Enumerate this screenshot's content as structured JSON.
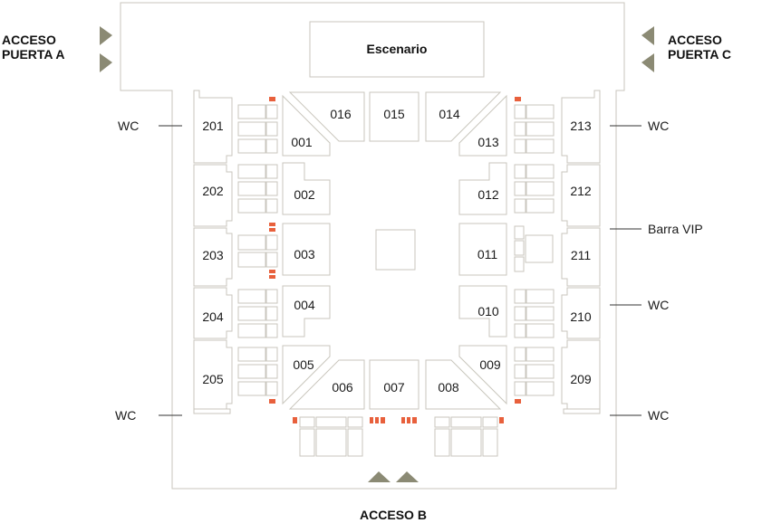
{
  "stage_label": "Escenario",
  "gates": {
    "a_line1": "ACCESO",
    "a_line2": "PUERTA A",
    "c_line1": "ACCESO",
    "c_line2": "PUERTA C",
    "b": "ACCESO B"
  },
  "amenities": {
    "wc": "WC",
    "barra_vip": "Barra VIP"
  },
  "floor_sections": {
    "s001": "001",
    "s002": "002",
    "s003": "003",
    "s004": "004",
    "s005": "005",
    "s006": "006",
    "s007": "007",
    "s008": "008",
    "s009": "009",
    "s010": "010",
    "s011": "011",
    "s012": "012",
    "s013": "013",
    "s014": "014",
    "s015": "015",
    "s016": "016"
  },
  "tier_sections": {
    "s201": "201",
    "s202": "202",
    "s203": "203",
    "s204": "204",
    "s205": "205",
    "s209": "209",
    "s210": "210",
    "s211": "211",
    "s212": "212",
    "s213": "213"
  },
  "colors": {
    "outline": "#c9c6bd",
    "arrow": "#8b8a74",
    "marker": "#e8603c"
  }
}
